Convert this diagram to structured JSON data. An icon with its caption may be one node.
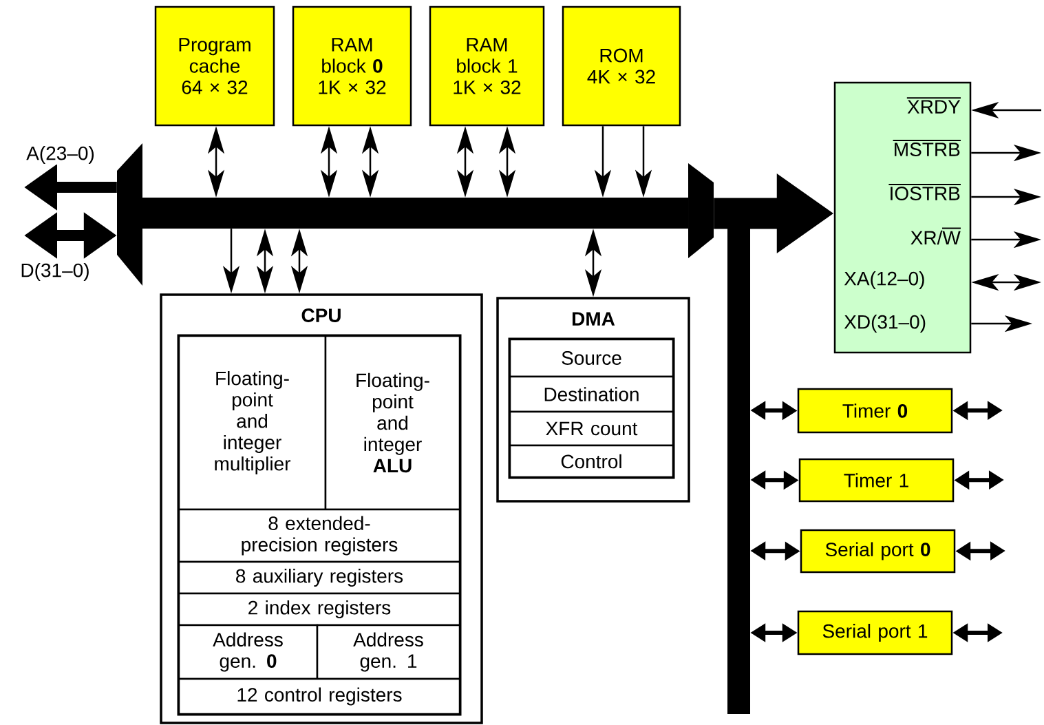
{
  "diagram": {
    "nodes": [
      {
        "text": [
          "Program cache 64 × 32"
        ]
      },
      {
        "text": [
          "RAM block **0** 1K × 32"
        ]
      },
      {
        "text": [
          "RAM block 1 1K × 32"
        ]
      },
      {
        "text": [
          "ROM 4K × 32"
        ]
      },
      {
        "text": [],
        "shape": "bar"
      },
      {
        "text": [],
        "shape": "trapezoid"
      },
      {
        "text": [],
        "shape": "trapezoid"
      },
      {
        "text": [
          "XRDY",
          "MSTRB",
          "IOSTRB",
          "XR/W",
          "XA(12–0)",
          "XD(31–0)"
        ]
      },
      {
        "text": [],
        "shape": "bar"
      },
      {
        "text": [
          "CPU"
        ]
      },
      {
        "text": [
          "Floating-point and integer multiplier"
        ],
        "in": 9
      },
      {
        "text": [
          "Floating-point and integer **ALU**"
        ],
        "in": 9
      },
      {
        "text": [
          "8 extended-precision registers"
        ],
        "in": 9
      },
      {
        "text": [
          "8 auxiliary registers"
        ],
        "in": 9
      },
      {
        "text": [
          "2 index registers"
        ],
        "in": 9
      },
      {
        "text": [
          "Address gen. **0**"
        ],
        "in": 9
      },
      {
        "text": [
          "Address gen. 1"
        ],
        "in": 9
      },
      {
        "text": [
          "12 control registers"
        ],
        "in": 9
      },
      {
        "text": [
          "DMA"
        ]
      },
      {
        "text": [
          "Source"
        ],
        "in": 18
      },
      {
        "text": [
          "Destination"
        ],
        "in": 18
      },
      {
        "text": [
          "XFR count"
        ],
        "in": 18
      },
      {
        "text": [
          "Control"
        ],
        "in": 18
      },
      {
        "text": [
          "Timer **0**"
        ]
      },
      {
        "text": [
          "Timer 1"
        ]
      },
      {
        "text": [
          "Serial port **0**"
        ]
      },
      {
        "text": [
          "Serial port 1"
        ]
      }
    ],
    "edges": [
      {
        "from": 0,
        "to": 4,
        "arrow": "both"
      },
      {
        "from": 1,
        "to": 4,
        "arrow": "both"
      },
      {
        "from": 1,
        "to": 4,
        "arrow": "both"
      },
      {
        "from": 2,
        "to": 4,
        "arrow": "both"
      },
      {
        "from": 2,
        "to": 4,
        "arrow": "both"
      },
      {
        "from": 3,
        "to": 4,
        "arrow": "to"
      },
      {
        "from": 3,
        "to": 4,
        "arrow": "to"
      },
      {
        "from": 4,
        "to": 9,
        "arrow": "to"
      },
      {
        "from": 4,
        "to": 9,
        "arrow": "both"
      },
      {
        "from": 4,
        "to": 9,
        "arrow": "both"
      },
      {
        "from": 4,
        "to": 18,
        "arrow": "both"
      },
      {
        "from": 5,
        "to": null,
        "arrow": "to",
        "label": "A(23–0)",
        "style": "thick"
      },
      {
        "from": 5,
        "to": null,
        "arrow": "both",
        "label": "D(31–0)",
        "style": "thick"
      },
      {
        "from": 6,
        "to": 7,
        "arrow": "to",
        "style": "thick"
      },
      {
        "from": null,
        "to": 7,
        "arrow": "to"
      },
      {
        "from": 7,
        "to": null,
        "arrow": "to"
      },
      {
        "from": 7,
        "to": null,
        "arrow": "to"
      },
      {
        "from": 7,
        "to": null,
        "arrow": "to"
      },
      {
        "from": 7,
        "to": null,
        "arrow": "both"
      },
      {
        "from": 7,
        "to": null,
        "arrow": "to"
      },
      {
        "from": 8,
        "to": 23,
        "arrow": "both",
        "style": "thick"
      },
      {
        "from": 8,
        "to": 24,
        "arrow": "both",
        "style": "thick"
      },
      {
        "from": 8,
        "to": 25,
        "arrow": "both",
        "style": "thick"
      },
      {
        "from": 8,
        "to": 26,
        "arrow": "both",
        "style": "thick"
      },
      {
        "from": 23,
        "to": null,
        "arrow": "both",
        "style": "thick"
      },
      {
        "from": 24,
        "to": null,
        "arrow": "both",
        "style": "thick"
      },
      {
        "from": 25,
        "to": null,
        "arrow": "both",
        "style": "thick"
      },
      {
        "from": 26,
        "to": null,
        "arrow": "both",
        "style": "thick"
      }
    ]
  }
}
